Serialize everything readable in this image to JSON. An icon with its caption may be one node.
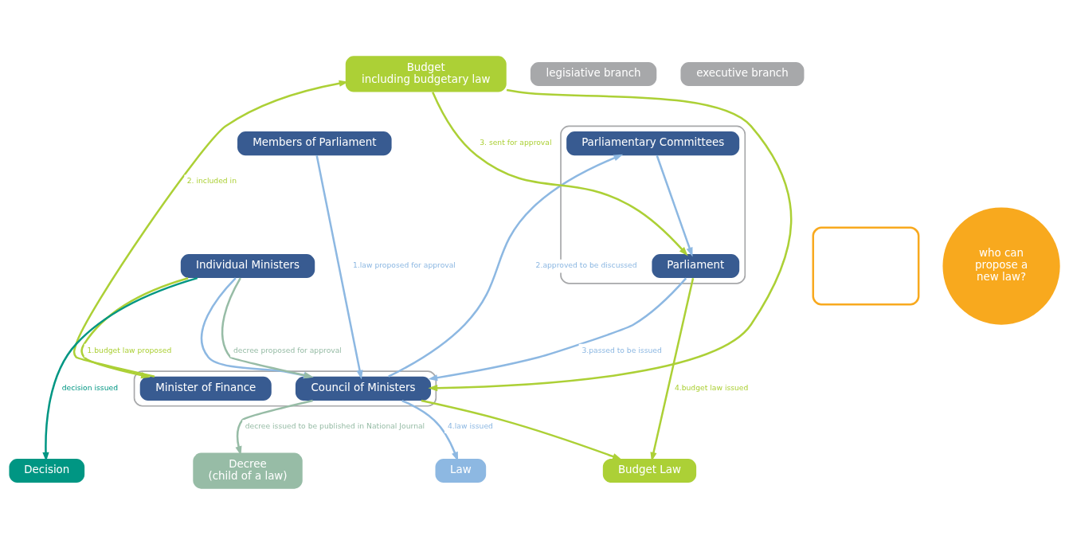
{
  "diagram": {
    "nodes": [
      {
        "text": [],
        "shape": "box"
      },
      {
        "text": [
          "legisiative branch"
        ]
      },
      {
        "text": [
          "Members of Parliament"
        ]
      },
      {
        "text": [
          "Parliamentary Committees"
        ],
        "in": 0
      },
      {
        "text": [
          "Parliament"
        ],
        "in": 0
      },
      {
        "text": [
          "Budget",
          "including budgetary law"
        ]
      },
      {
        "text": [],
        "shape": "box"
      },
      {
        "text": [
          "who can propose a new law?"
        ]
      },
      {
        "text": [],
        "shape": "box"
      },
      {
        "text": [
          "Minister of Finance"
        ],
        "in": 8
      },
      {
        "text": [
          "Individual Ministers"
        ]
      },
      {
        "text": [
          "Council of Ministers"
        ],
        "in": 8
      },
      {
        "text": [
          "executive branch"
        ]
      },
      {
        "text": [
          "Budget Law"
        ]
      },
      {
        "text": [
          "Decision"
        ]
      },
      {
        "text": [
          "Decree",
          "(child of a law)"
        ]
      },
      {
        "text": [
          "Law"
        ]
      }
    ],
    "edges": [
      {
        "from": 2,
        "to": 11,
        "arrow": "to",
        "label": "1.law proposed for approval",
        "color": "#8db8e2"
      },
      {
        "from": 10,
        "to": 11,
        "arrow": "to",
        "color": "#8db8e2"
      },
      {
        "from": 11,
        "to": 3,
        "arrow": "to",
        "label": "2.approved to be discussed",
        "color": "#8db8e2"
      },
      {
        "from": 3,
        "to": 4,
        "arrow": "to",
        "color": "#8db8e2"
      },
      {
        "from": 4,
        "to": 11,
        "arrow": "to",
        "label": "3.passed to be issued",
        "color": "#8db8e2"
      },
      {
        "from": 11,
        "to": 16,
        "arrow": "to",
        "label": "4.law issued",
        "color": "#8db8e2"
      },
      {
        "from": 10,
        "to": 9,
        "arrow": "to",
        "label": "1.budget law proposed",
        "color": "#acd036"
      },
      {
        "from": 9,
        "to": 5,
        "arrow": "to",
        "label": "2. included in",
        "color": "#acd036"
      },
      {
        "from": 5,
        "to": 4,
        "arrow": "to",
        "label": "3. sent for approval",
        "color": "#acd036"
      },
      {
        "from": 5,
        "to": 11,
        "arrow": "to",
        "color": "#acd036"
      },
      {
        "from": 4,
        "to": 13,
        "arrow": "to",
        "label": "4.budget law issued",
        "color": "#acd036"
      },
      {
        "from": 11,
        "to": 13,
        "arrow": "to",
        "color": "#acd036"
      },
      {
        "from": 10,
        "to": 11,
        "arrow": "to",
        "label": "decree proposed for approval",
        "color": "#97bca6"
      },
      {
        "from": 11,
        "to": 15,
        "arrow": "to",
        "label": "decree issued to be published in National Journal",
        "color": "#97bca6"
      },
      {
        "from": 10,
        "to": 14,
        "arrow": "to",
        "label": "decision issued",
        "color": "#009683"
      }
    ]
  }
}
